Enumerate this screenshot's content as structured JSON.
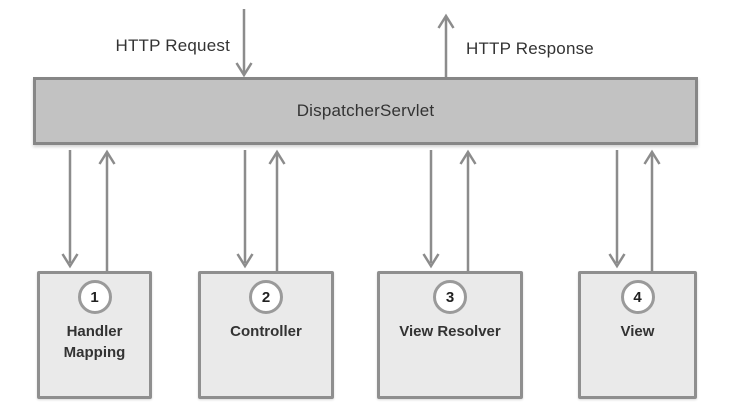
{
  "diagram": {
    "request_label": "HTTP Request",
    "response_label": "HTTP Response",
    "bar_label": "DispatcherServlet",
    "boxes": [
      {
        "number": "1",
        "label": "Handler Mapping"
      },
      {
        "number": "2",
        "label": "Controller"
      },
      {
        "number": "3",
        "label": "View Resolver"
      },
      {
        "number": "4",
        "label": "View"
      }
    ],
    "colors": {
      "bar_fill": "#c2c2c2",
      "bar_border": "#868686",
      "box_fill": "#eaeaea",
      "box_border": "#8f8f8f",
      "arrow": "#8c8c8c",
      "text_dark": "#333333"
    }
  }
}
